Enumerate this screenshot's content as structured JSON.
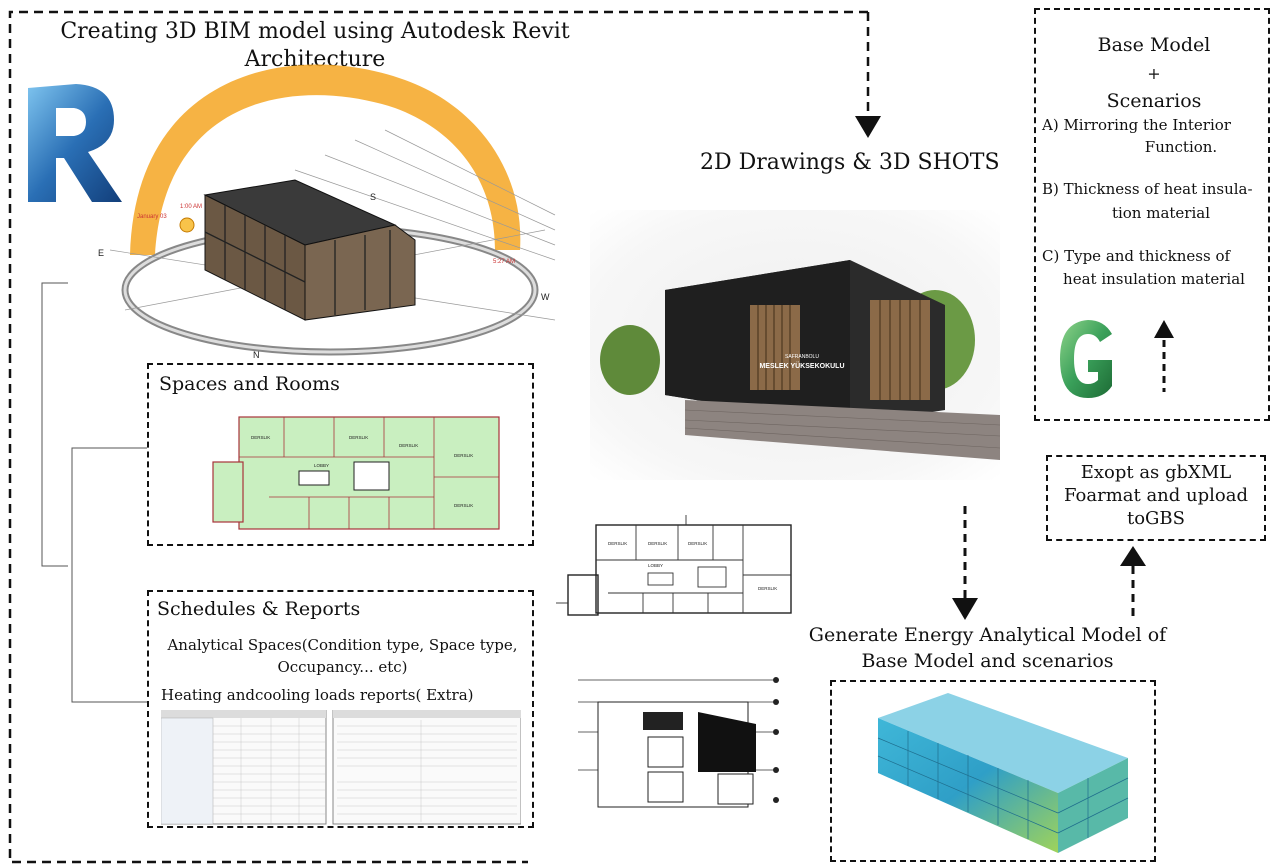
{
  "main_title_line1": "Creating 3D BIM model using Autodesk Revit",
  "main_title_line2": "Architecture",
  "shots_label": "2D Drawings & 3D SHOTS",
  "scenarios": {
    "heading1": "Base Model",
    "plus": "+",
    "heading2": "Scenarios",
    "a_line1": "A)    Mirroring the Interior",
    "a_line2": "Function.",
    "b_line1": "B)  Thickness of heat insula-",
    "b_line2": "tion material",
    "c_line1": "C)    Type and thickness of",
    "c_line2": "heat insulation material"
  },
  "export": {
    "line1": "Exopt as gbXML",
    "line2": "Foarmat and upload",
    "line3": "toGBS"
  },
  "spaces_title": "Spaces and Rooms",
  "schedules": {
    "title": "Schedules & Reports",
    "line1": "Analytical Spaces(Condition type, Space type,",
    "line2": "Occupancy... etc)",
    "line3": "Heating andcooling loads reports( Extra)"
  },
  "energy": {
    "line1": "Generate Energy Analytical Model of",
    "line2": "Base Model and scenarios"
  },
  "sun_path": {
    "compass_e": "E",
    "compass_s": "S",
    "compass_w": "W",
    "compass_n": "N",
    "time1": "1:00 AM",
    "time2": "5:27 AM",
    "date": "January 03"
  },
  "building_sign": {
    "line1": "SAFRANBOLU",
    "line2": "MESLEK YÜKSEKOKULU"
  },
  "room_label": "DERSLIK",
  "lobby_label": "LOBBY",
  "icons": {
    "revit": "revit-logo-icon",
    "gbs": "green-building-studio-logo-icon"
  },
  "colors": {
    "sun_arc": "#f5a623",
    "room_fill": "#c9efc0",
    "revit_blue": "#2a6fb5",
    "gbs_green": "#3aa05a"
  }
}
